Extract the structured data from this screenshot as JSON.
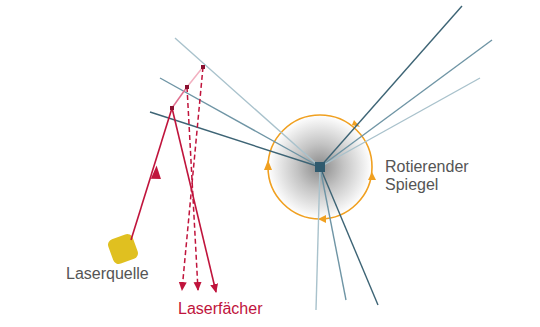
{
  "diagram": {
    "labels": [
      "Laserquelle",
      "Laserfächer",
      "Rotierender Spiegel"
    ]
  }
}
